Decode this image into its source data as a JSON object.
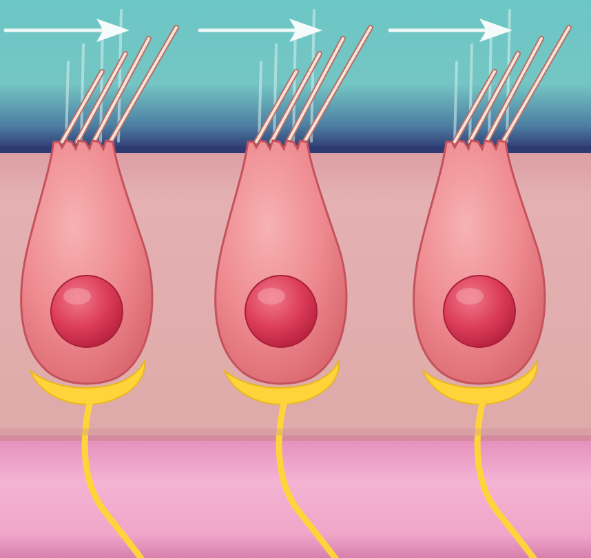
{
  "figure": {
    "layers": [
      {
        "name": "fluid-layer",
        "color": "#7fcfca"
      },
      {
        "name": "membrane-edge",
        "color": "#2e3a72"
      },
      {
        "name": "cell-layer",
        "color": "#e2aeae"
      },
      {
        "name": "base-layer",
        "color": "#f0aacb"
      }
    ],
    "cells": [
      {
        "name": "hair-cell-1",
        "hair_cell_color": "#ea7b84",
        "nucleus_color": "#d63452",
        "nerve_color": "#ffd43b"
      },
      {
        "name": "hair-cell-2",
        "hair_cell_color": "#ea7b84",
        "nucleus_color": "#d63452",
        "nerve_color": "#ffd43b"
      },
      {
        "name": "hair-cell-3",
        "hair_cell_color": "#ea7b84",
        "nucleus_color": "#d63452",
        "nerve_color": "#ffd43b"
      }
    ],
    "arrows": [
      {
        "name": "flow-arrow-1",
        "direction": "right"
      },
      {
        "name": "flow-arrow-2",
        "direction": "right"
      },
      {
        "name": "flow-arrow-3",
        "direction": "right"
      }
    ],
    "stereocilia_color": "#f4c8b8"
  }
}
